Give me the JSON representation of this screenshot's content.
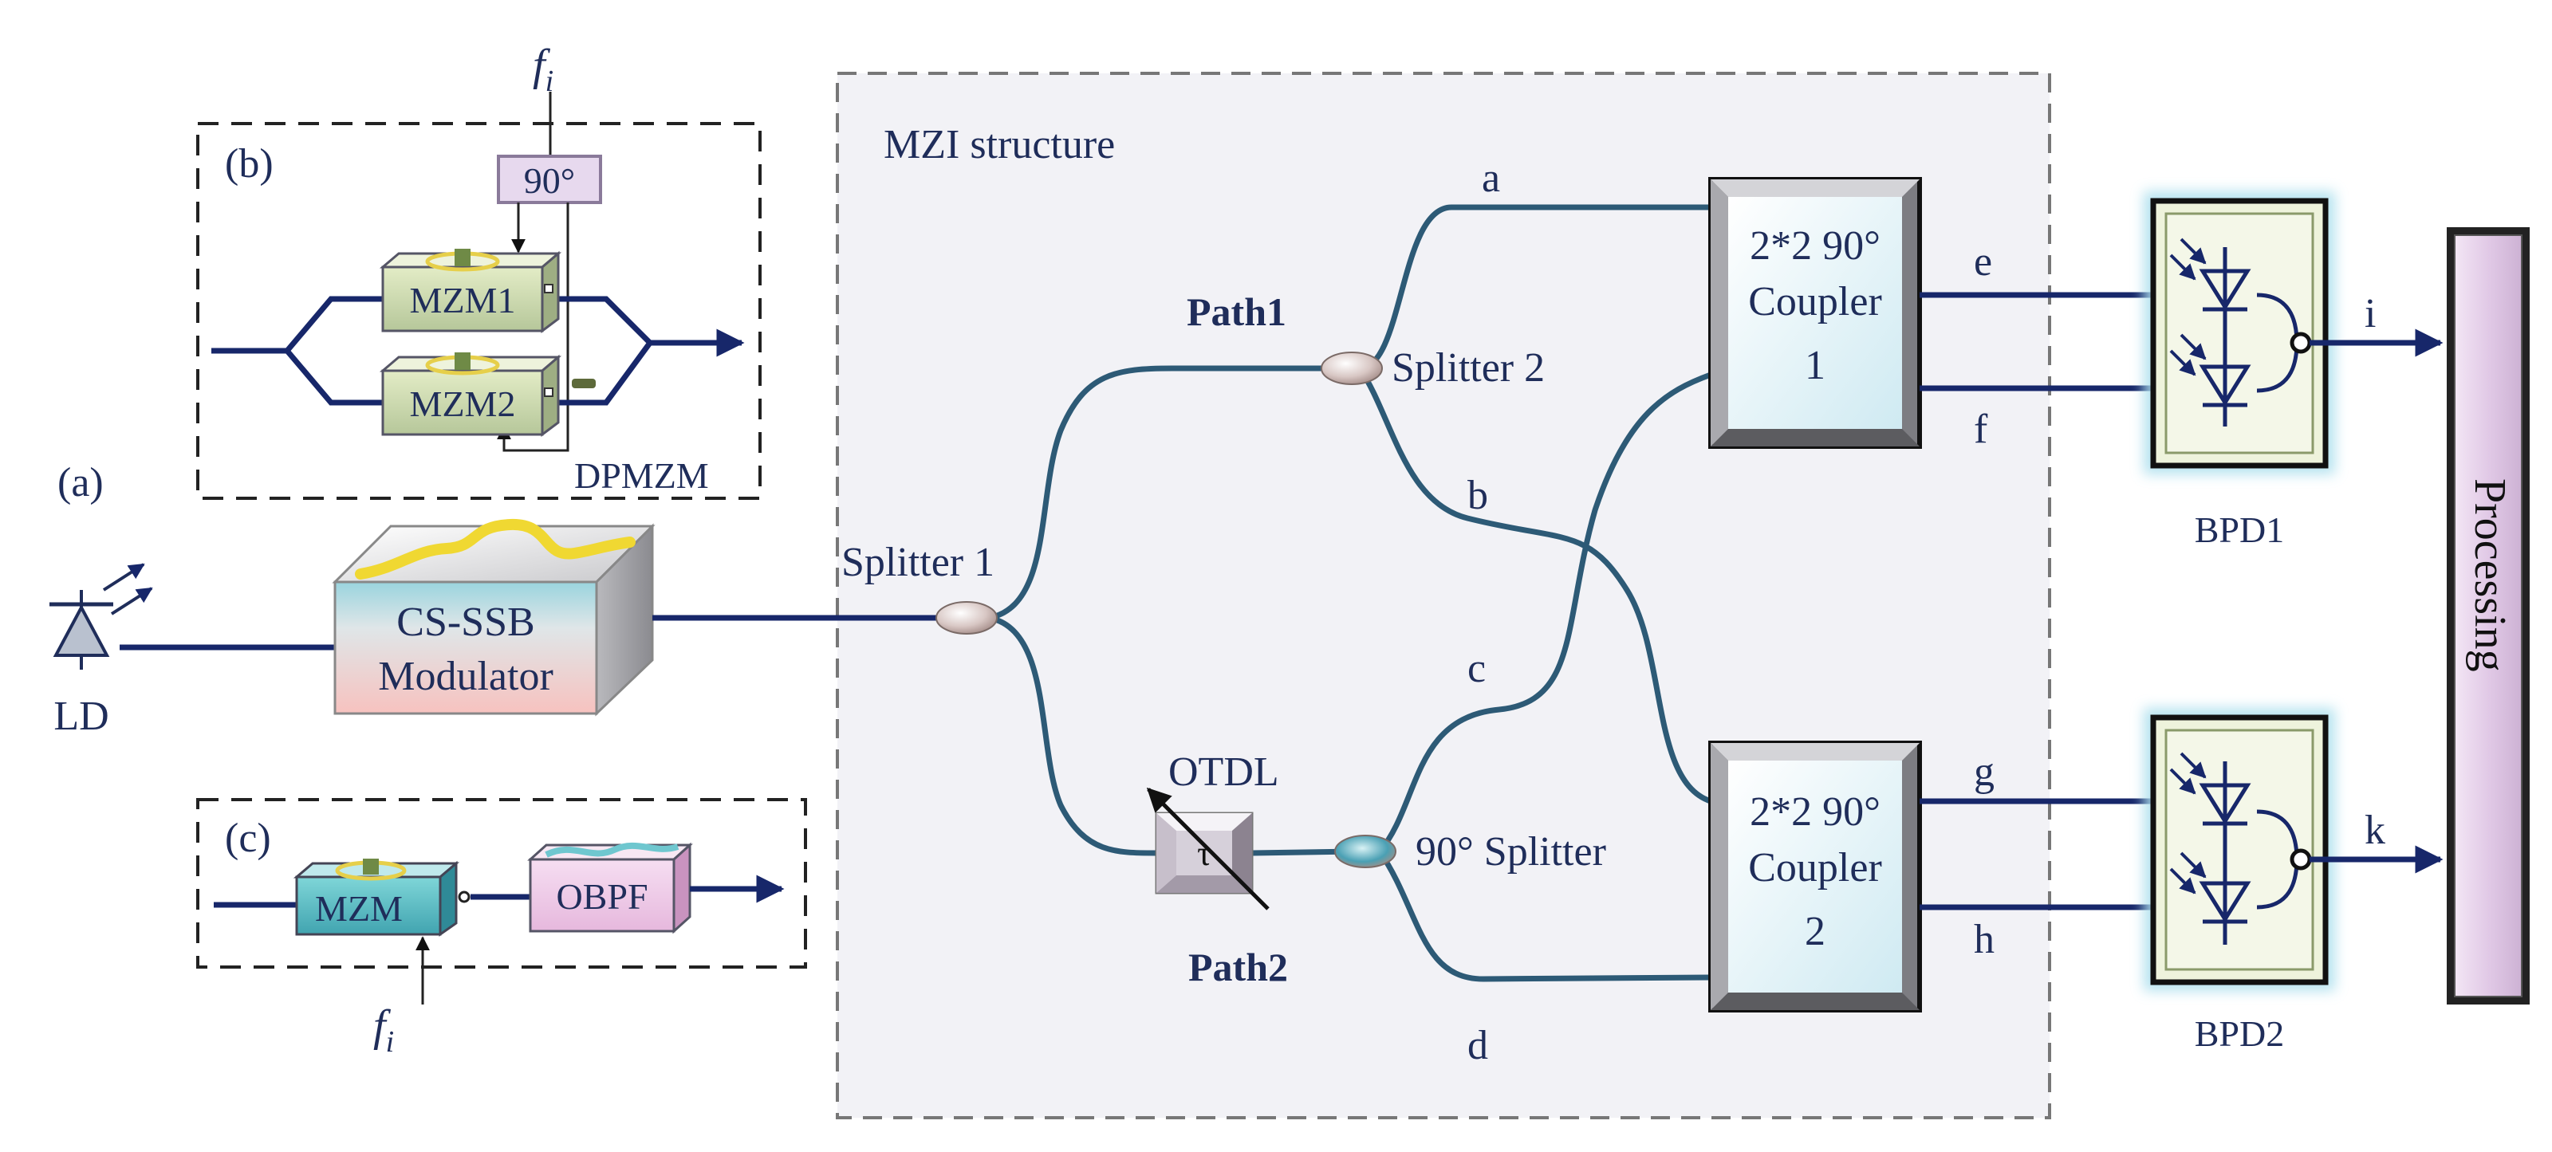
{
  "labels": {
    "a": "(a)",
    "b": "(b)",
    "c": "(c)",
    "ld": "LD",
    "fi_top": "f",
    "fi_top_sub": "i",
    "fi_bottom": "f",
    "fi_bottom_sub": "i",
    "ps90": "90°",
    "mzm1": "MZM1",
    "mzm2": "MZM2",
    "dpmzm": "DPMZM",
    "mzm": "MZM",
    "obpf": "OBPF",
    "cs_ssb_1": "CS-SSB",
    "cs_ssb_2": "Modulator",
    "mzi_title": "MZI structure",
    "splitter1": "Splitter 1",
    "splitter2": "Splitter 2",
    "splitter90": "90° Splitter",
    "path1": "Path1",
    "path2": "Path2",
    "otdl": "OTDL",
    "tau": "τ",
    "port_a": "a",
    "port_b": "b",
    "port_c": "c",
    "port_d": "d",
    "port_e": "e",
    "port_f": "f",
    "port_g": "g",
    "port_h": "h",
    "port_i": "i",
    "port_k": "k",
    "coupler1_l1": "2*2  90°",
    "coupler1_l2": "Coupler",
    "coupler1_l3": "1",
    "coupler2_l1": "2*2  90°",
    "coupler2_l2": "Coupler",
    "coupler2_l3": "2",
    "bpd1": "BPD1",
    "bpd2": "BPD2",
    "processing": "Processing"
  },
  "colors": {
    "fiber": "#2d5a76",
    "wire": "#17276a",
    "mzi_background": "#f2f2f6",
    "modulator_top": "#9ad4de",
    "modulator_bottom": "#f7c2bf",
    "bpd_fill": "#eef3dc",
    "bpd_glow": "#aee0ee",
    "processing_fill": "#e6d3ea"
  }
}
